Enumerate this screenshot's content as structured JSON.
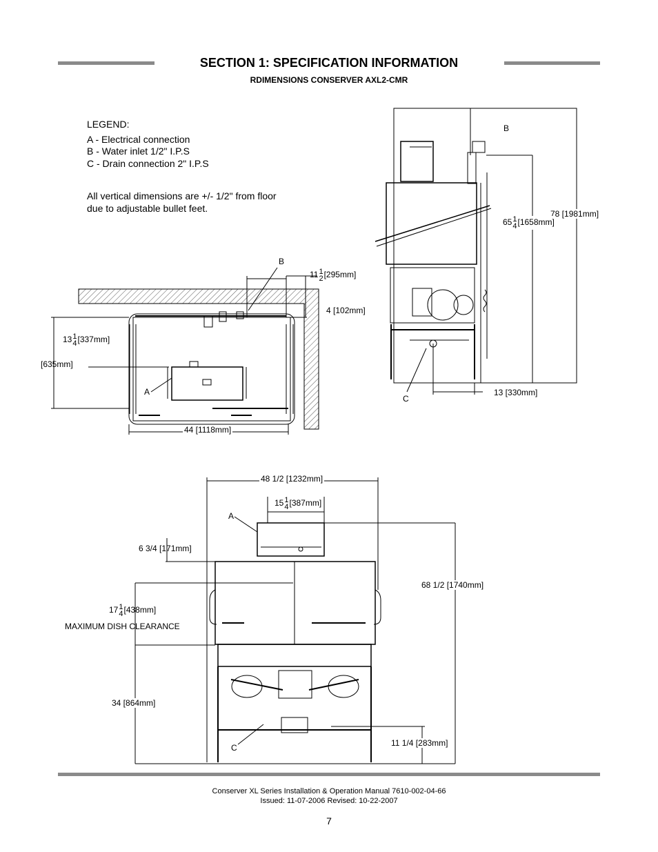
{
  "header": {
    "section_title": "SECTION 1: SPECIFICATION INFORMATION",
    "subtitle": "RDIMENSIONS CONSERVER AXL2-CMR"
  },
  "legend": {
    "heading": "LEGEND:",
    "items": [
      "A - Electrical connection",
      "B - Water inlet 1/2\" I.P.S",
      "C - Drain connection 2\" I.P.S"
    ],
    "note_line1": "All vertical dimensions are +/- 1/2\" from floor",
    "note_line2": "due  to adjustable bullet feet."
  },
  "top_view": {
    "label_b": "B",
    "label_a": "A",
    "dim_11_whole": "11",
    "dim_11_num": "1",
    "dim_11_den": "2",
    "dim_11_mm": "[295mm]",
    "dim_4": "4 [102mm]",
    "dim_13_whole": "13",
    "dim_13_num": "1",
    "dim_13_den": "4",
    "dim_13_mm": "[337mm]",
    "dim_635": "[635mm]",
    "dim_44": "44 [1118mm]"
  },
  "side_view": {
    "label_b": "B",
    "label_c": "C",
    "dim_78": "78 [1981mm]",
    "dim_65_whole": "65",
    "dim_65_num": "1",
    "dim_65_den": "4",
    "dim_65_mm": "[1658mm]",
    "dim_13": "13 [330mm]"
  },
  "front_view": {
    "label_a": "A",
    "label_c": "C",
    "dim_48": "48 1/2 [1232mm]",
    "dim_15_whole": "15",
    "dim_15_num": "1",
    "dim_15_den": "4",
    "dim_15_mm": "[387mm]",
    "dim_6": "6 3/4 [171mm]",
    "dim_68": "68 1/2 [1740mm]",
    "dim_17_whole": "17",
    "dim_17_num": "1",
    "dim_17_den": "4",
    "dim_17_mm": "[438mm]",
    "max_dish": "MAXIMUM DISH CLEARANCE",
    "dim_34": "34 [864mm]",
    "dim_11": "11 1/4 [283mm]"
  },
  "footer": {
    "line1": "Conserver XL Series Installation & Operation Manual 7610-002-04-66",
    "line2": "Issued: 11-07-2006  Revised: 10-22-2007",
    "page_number": "7"
  }
}
